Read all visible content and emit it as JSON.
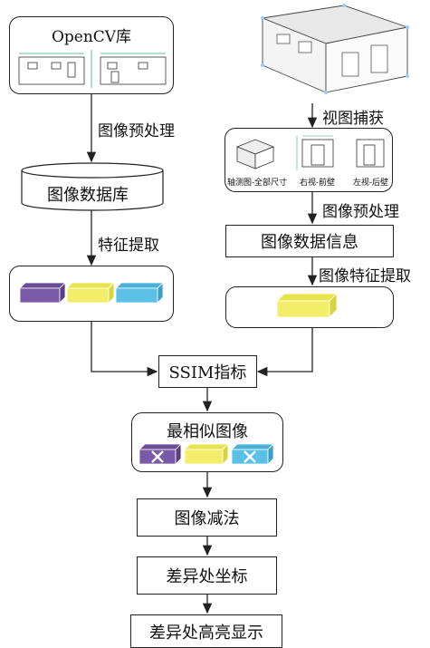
{
  "left_column": {
    "opencv_title": "OpenCV库",
    "preprocess_label": "图像预处理",
    "database_label": "图像数据库",
    "feature_label": "特征提取"
  },
  "right_column": {
    "capture_label": "视图捕获",
    "view_captions": [
      "轴测图-全部尺寸",
      "右视-前壁",
      "左视-后壁"
    ],
    "preprocess_label": "图像预处理",
    "info_label": "图像数据信息",
    "feature_label": "图像特征提取"
  },
  "ssim_label": "SSIM指标",
  "most_similar_label": "最相似图像",
  "subtract_label": "图像减法",
  "diff_coord_label": "差异处坐标",
  "highlight_label": "差异处高亮显示",
  "colors": {
    "purple": "#7a5aa8",
    "yellow": "#f2ee6a",
    "cyan": "#5bc0e6",
    "line": "#222222"
  }
}
